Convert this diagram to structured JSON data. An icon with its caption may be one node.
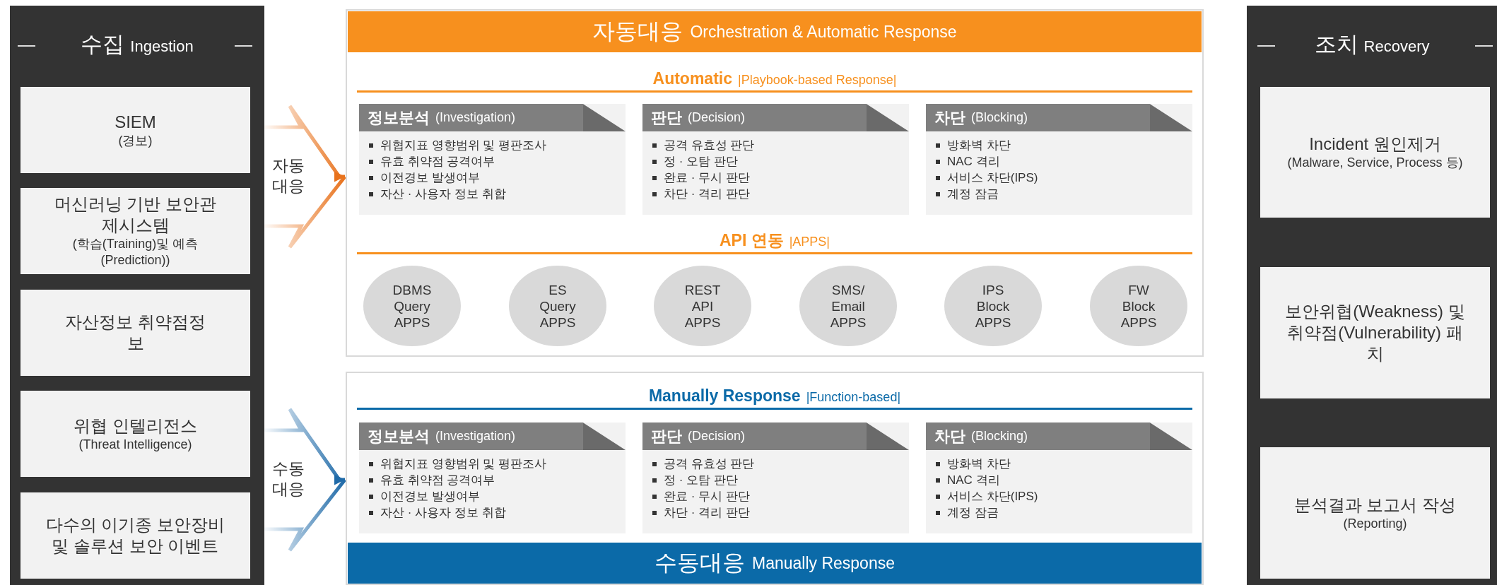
{
  "diagram": {
    "nodes": [
      {
        "text": [
          "수집",
          "Ingestion"
        ]
      },
      {
        "text": [
          "SIEM",
          "(경보)"
        ],
        "in": 0
      },
      {
        "text": [
          "머신러닝 기반 보안관제시스템",
          "(학습(Training)및 예측(Prediction))"
        ],
        "in": 0
      },
      {
        "text": [
          "자산정보 취약점정보"
        ],
        "in": 0
      },
      {
        "text": [
          "위협 인텔리전스",
          "(Threat Intelligence)"
        ],
        "in": 0
      },
      {
        "text": [
          "다수의 이기종 보안장비 및 솔루션 보안 이벤트"
        ],
        "in": 0
      },
      {
        "text": [
          "자동대응",
          "Orchestration & Automatic Response"
        ]
      },
      {
        "text": [
          "정보분석",
          "(Investigation)",
          "위협지표 영향범위 및 평판조사",
          "유효 취약점 공격여부",
          "이전경보 발생여부",
          "자산 · 사용자 정보 취합"
        ],
        "in": 6
      },
      {
        "text": [
          "판단",
          "(Decision)",
          "공격 유효성 판단",
          "정 · 오탐 판단",
          "완료 · 무시 판단",
          "차단 · 격리 판단"
        ],
        "in": 6
      },
      {
        "text": [
          "차단",
          "(Blocking)",
          "방화벽 차단",
          "NAC 격리",
          "서비스 차단(IPS)",
          "계정 잠금"
        ],
        "in": 6
      },
      {
        "text": [
          "DBMS Query APPS"
        ],
        "in": 6
      },
      {
        "text": [
          "ES Query APPS"
        ],
        "in": 6
      },
      {
        "text": [
          "REST API APPS"
        ],
        "in": 6
      },
      {
        "text": [
          "SMS/ Email APPS"
        ],
        "in": 6
      },
      {
        "text": [
          "IPS Block APPS"
        ],
        "in": 6
      },
      {
        "text": [
          "FW Block APPS"
        ],
        "in": 6
      },
      {
        "text": [
          "수동대응",
          "Manually Response"
        ]
      },
      {
        "text": [
          "정보분석",
          "(Investigation)",
          "위협지표 영향범위 및 평판조사",
          "유효 취약점 공격여부",
          "이전경보 발생여부",
          "자산 · 사용자 정보 취합"
        ],
        "in": 16
      },
      {
        "text": [
          "판단",
          "(Decision)",
          "공격 유효성 판단",
          "정 · 오탐 판단",
          "완료 · 무시 판단",
          "차단 · 격리 판단"
        ],
        "in": 16
      },
      {
        "text": [
          "차단",
          "(Blocking)",
          "방화벽 차단",
          "NAC 격리",
          "서비스 차단(IPS)",
          "계정 잠금"
        ],
        "in": 16
      },
      {
        "text": [
          "조치",
          "Recovery"
        ]
      },
      {
        "text": [
          "Incident 원인제거",
          "(Malware, Service, Process 등)"
        ],
        "in": 20
      },
      {
        "text": [
          "보안위협(Weakness) 및 취약점(Vulnerability) 패치"
        ],
        "in": 20
      },
      {
        "text": [
          "분석결과 보고서 작성",
          "(Reporting)"
        ],
        "in": 20
      }
    ],
    "edges": [
      {
        "from": 0,
        "to": 6,
        "arrow": "to",
        "label": "자동 대응",
        "color": "#e8721c"
      },
      {
        "from": 0,
        "to": 16,
        "arrow": "to",
        "label": "수동 대응",
        "color": "#1f6aa8"
      }
    ],
    "labels": [
      "Automatic",
      "|Playbook-based Response|",
      "API 연동",
      "|APPS|",
      "Manually Response",
      "|Function-based|"
    ]
  }
}
